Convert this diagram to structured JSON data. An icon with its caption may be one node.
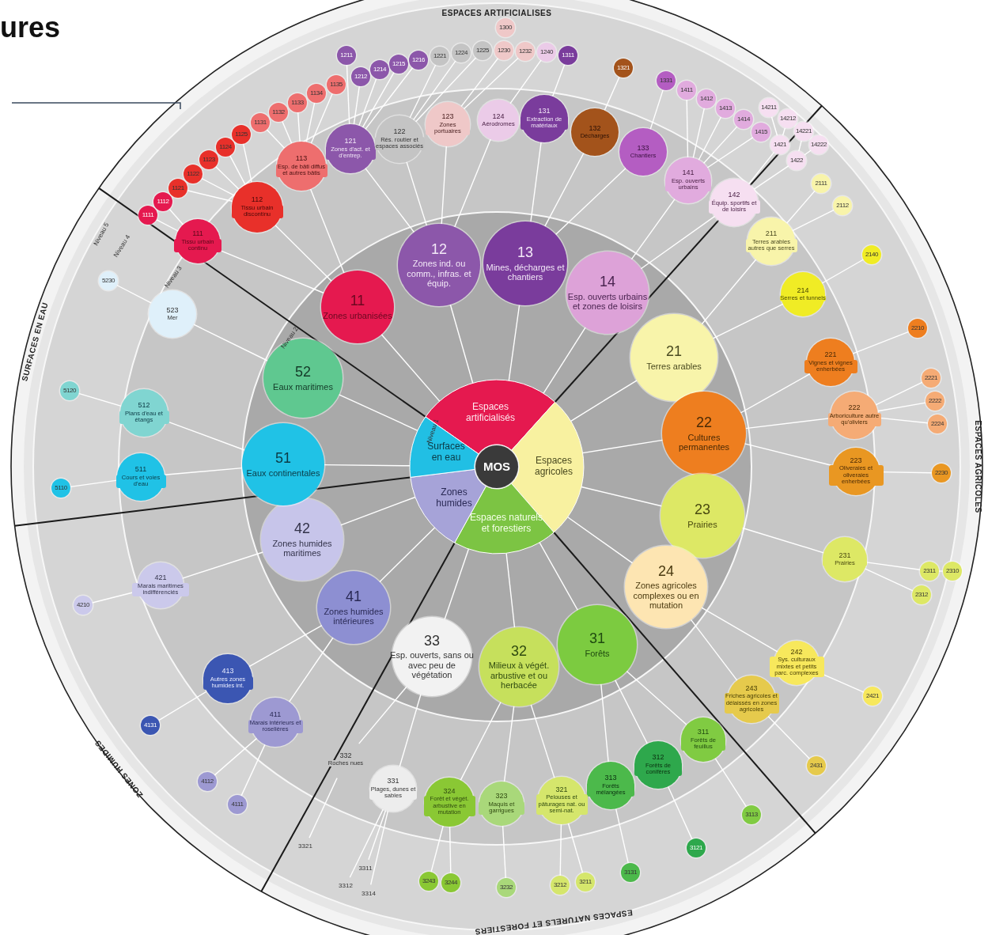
{
  "diagram": {
    "title": "ures",
    "nodes": [
      {
        "text": [
          "MOS"
        ]
      },
      {
        "text": [
          "Espaces artificialisés"
        ]
      },
      {
        "text": [
          "Espaces agricoles"
        ]
      },
      {
        "text": [
          "Espaces naturels et forestiers"
        ]
      },
      {
        "text": [
          "Zones humides"
        ]
      },
      {
        "text": [
          "Surfaces en eau"
        ]
      },
      {
        "text": [
          "11",
          "Zones urbanisées"
        ]
      },
      {
        "text": [
          "12",
          "Zones ind. ou comm., infras. et équip."
        ]
      },
      {
        "text": [
          "13",
          "Mines, décharges et chantiers"
        ]
      },
      {
        "text": [
          "14",
          "Esp. ouverts urbains et zones de loisirs"
        ]
      },
      {
        "text": [
          "21",
          "Terres arables"
        ]
      },
      {
        "text": [
          "22",
          "Cultures permanentes"
        ]
      },
      {
        "text": [
          "23",
          "Prairies"
        ]
      },
      {
        "text": [
          "24",
          "Zones agricoles complexes ou en mutation"
        ]
      },
      {
        "text": [
          "31",
          "Forêts"
        ]
      },
      {
        "text": [
          "32",
          "Milieux à végét. arbustive et ou herbacée"
        ]
      },
      {
        "text": [
          "33",
          "Esp. ouverts, sans ou avec peu de végétation"
        ]
      },
      {
        "text": [
          "41",
          "Zones humides intérieures"
        ]
      },
      {
        "text": [
          "42",
          "Zones humides maritimes"
        ]
      },
      {
        "text": [
          "51",
          "Eaux continentales"
        ]
      },
      {
        "text": [
          "52",
          "Eaux maritimes"
        ]
      },
      {
        "text": [
          "111",
          "Tissu urbain continu"
        ]
      },
      {
        "text": [
          "112",
          "Tissu urbain discontinu"
        ]
      },
      {
        "text": [
          "113",
          "Esp. de bâti diffus et autres bâtis"
        ]
      },
      {
        "text": [
          "121",
          "Zones d'act. et d'entrep."
        ]
      },
      {
        "text": [
          "122",
          "Rés. routier et espaces associés"
        ]
      },
      {
        "text": [
          "123",
          "Zones portuaires"
        ]
      },
      {
        "text": [
          "124",
          "Aérodromes"
        ]
      },
      {
        "text": [
          "131",
          "Extraction de matériaux"
        ]
      },
      {
        "text": [
          "132",
          "Décharges"
        ]
      },
      {
        "text": [
          "133",
          "Chantiers"
        ]
      },
      {
        "text": [
          "141",
          "Esp. ouverts urbains"
        ]
      },
      {
        "text": [
          "142",
          "Équip. sportifs et de loisirs"
        ]
      },
      {
        "text": [
          "211",
          "Terres arables autres que serres"
        ]
      },
      {
        "text": [
          "214",
          "Serres et tunnels"
        ]
      },
      {
        "text": [
          "221",
          "Vignes et vignes enherbées"
        ]
      },
      {
        "text": [
          "222",
          "Arboriculture autre qu'oliviers"
        ]
      },
      {
        "text": [
          "223",
          "Oliveraies et oliveraies enherbées"
        ]
      },
      {
        "text": [
          "231",
          "Prairies"
        ]
      },
      {
        "text": [
          "242",
          "Sys. culturaux mixtes et petits parc. complexes"
        ]
      },
      {
        "text": [
          "243",
          "Friches agricoles et délaissés en zones agricoles"
        ]
      },
      {
        "text": [
          "311",
          "Forêts de feuillus"
        ]
      },
      {
        "text": [
          "312",
          "Forêts de conifères"
        ]
      },
      {
        "text": [
          "313",
          "Forêts mélangées"
        ]
      },
      {
        "text": [
          "321",
          "Pelouses et pâturages nat. ou semi-nat."
        ]
      },
      {
        "text": [
          "323",
          "Maquis et garrigues"
        ]
      },
      {
        "text": [
          "324",
          "Forêt et végét. arbustive en mutation"
        ]
      },
      {
        "text": [
          "331",
          "Plages, dunes et sables"
        ]
      },
      {
        "text": [
          "332",
          "Roches nues"
        ]
      },
      {
        "text": [
          "411",
          "Marais intérieurs et roselières"
        ]
      },
      {
        "text": [
          "413",
          "Autres zones humides int."
        ]
      },
      {
        "text": [
          "421",
          "Marais maritimes indifférenciés"
        ]
      },
      {
        "text": [
          "511",
          "Cours et voies d'eau"
        ]
      },
      {
        "text": [
          "512",
          "Plans d'eau et étangs"
        ]
      },
      {
        "text": [
          "523",
          "Mer"
        ]
      },
      {
        "text": [
          "1111"
        ]
      },
      {
        "text": [
          "1112"
        ]
      },
      {
        "text": [
          "1121"
        ]
      },
      {
        "text": [
          "1122"
        ]
      },
      {
        "text": [
          "1123"
        ]
      },
      {
        "text": [
          "1124"
        ]
      },
      {
        "text": [
          "1125"
        ]
      },
      {
        "text": [
          "1131"
        ]
      },
      {
        "text": [
          "1132"
        ]
      },
      {
        "text": [
          "1133"
        ]
      },
      {
        "text": [
          "1134"
        ]
      },
      {
        "text": [
          "1135"
        ]
      },
      {
        "text": [
          "1211"
        ]
      },
      {
        "text": [
          "1212"
        ]
      },
      {
        "text": [
          "1214"
        ]
      },
      {
        "text": [
          "1215"
        ]
      },
      {
        "text": [
          "1216"
        ]
      },
      {
        "text": [
          "1221"
        ]
      },
      {
        "text": [
          "1224"
        ]
      },
      {
        "text": [
          "1225"
        ]
      },
      {
        "text": [
          "1230"
        ]
      },
      {
        "text": [
          "1232"
        ]
      },
      {
        "text": [
          "1240"
        ]
      },
      {
        "text": [
          "1300"
        ]
      },
      {
        "text": [
          "1311"
        ]
      },
      {
        "text": [
          "1321"
        ]
      },
      {
        "text": [
          "1331"
        ]
      },
      {
        "text": [
          "1411"
        ]
      },
      {
        "text": [
          "1412"
        ]
      },
      {
        "text": [
          "1413"
        ]
      },
      {
        "text": [
          "1414"
        ]
      },
      {
        "text": [
          "1415"
        ]
      },
      {
        "text": [
          "14211"
        ]
      },
      {
        "text": [
          "14212"
        ]
      },
      {
        "text": [
          "14221"
        ]
      },
      {
        "text": [
          "14222"
        ]
      },
      {
        "text": [
          "1421"
        ]
      },
      {
        "text": [
          "1422"
        ]
      },
      {
        "text": [
          "2111"
        ]
      },
      {
        "text": [
          "2112"
        ]
      },
      {
        "text": [
          "2140"
        ]
      },
      {
        "text": [
          "2210"
        ]
      },
      {
        "text": [
          "2221"
        ]
      },
      {
        "text": [
          "2222"
        ]
      },
      {
        "text": [
          "2224"
        ]
      },
      {
        "text": [
          "2230"
        ]
      },
      {
        "text": [
          "2311"
        ]
      },
      {
        "text": [
          "2310"
        ]
      },
      {
        "text": [
          "2312"
        ]
      },
      {
        "text": [
          "2421"
        ]
      },
      {
        "text": [
          "2431"
        ]
      },
      {
        "text": [
          "3113"
        ]
      },
      {
        "text": [
          "3121"
        ]
      },
      {
        "text": [
          "3131"
        ]
      },
      {
        "text": [
          "3211"
        ]
      },
      {
        "text": [
          "3212"
        ]
      },
      {
        "text": [
          "3232"
        ]
      },
      {
        "text": [
          "3244"
        ]
      },
      {
        "text": [
          "3243"
        ]
      },
      {
        "text": [
          "3311"
        ]
      },
      {
        "text": [
          "3314"
        ]
      },
      {
        "text": [
          "3312"
        ]
      },
      {
        "text": [
          "3321"
        ]
      },
      {
        "text": [
          "4111"
        ]
      },
      {
        "text": [
          "4112"
        ]
      },
      {
        "text": [
          "4131"
        ]
      },
      {
        "text": [
          "4210"
        ]
      },
      {
        "text": [
          "5110"
        ]
      },
      {
        "text": [
          "5120"
        ]
      },
      {
        "text": [
          "5230"
        ]
      }
    ],
    "edges": [
      {
        "from": 1,
        "to": 6,
        "arrow": "none"
      },
      {
        "from": 1,
        "to": 7,
        "arrow": "none"
      },
      {
        "from": 1,
        "to": 8,
        "arrow": "none"
      },
      {
        "from": 1,
        "to": 9,
        "arrow": "none"
      },
      {
        "from": 2,
        "to": 10,
        "arrow": "none"
      },
      {
        "from": 2,
        "to": 11,
        "arrow": "none"
      },
      {
        "from": 2,
        "to": 12,
        "arrow": "none"
      },
      {
        "from": 2,
        "to": 13,
        "arrow": "none"
      },
      {
        "from": 3,
        "to": 14,
        "arrow": "none"
      },
      {
        "from": 3,
        "to": 15,
        "arrow": "none"
      },
      {
        "from": 3,
        "to": 16,
        "arrow": "none"
      },
      {
        "from": 4,
        "to": 17,
        "arrow": "none"
      },
      {
        "from": 4,
        "to": 18,
        "arrow": "none"
      },
      {
        "from": 5,
        "to": 19,
        "arrow": "none"
      },
      {
        "from": 5,
        "to": 20,
        "arrow": "none"
      },
      {
        "from": 6,
        "to": 21,
        "arrow": "none"
      },
      {
        "from": 6,
        "to": 22,
        "arrow": "none"
      },
      {
        "from": 6,
        "to": 23,
        "arrow": "none"
      },
      {
        "from": 7,
        "to": 24,
        "arrow": "none"
      },
      {
        "from": 7,
        "to": 25,
        "arrow": "none"
      },
      {
        "from": 7,
        "to": 26,
        "arrow": "none"
      },
      {
        "from": 7,
        "to": 27,
        "arrow": "none"
      },
      {
        "from": 8,
        "to": 28,
        "arrow": "none"
      },
      {
        "from": 8,
        "to": 29,
        "arrow": "none"
      },
      {
        "from": 8,
        "to": 30,
        "arrow": "none"
      },
      {
        "from": 9,
        "to": 31,
        "arrow": "none"
      },
      {
        "from": 9,
        "to": 32,
        "arrow": "none"
      },
      {
        "from": 10,
        "to": 33,
        "arrow": "none"
      },
      {
        "from": 10,
        "to": 34,
        "arrow": "none"
      },
      {
        "from": 11,
        "to": 35,
        "arrow": "none"
      },
      {
        "from": 11,
        "to": 36,
        "arrow": "none"
      },
      {
        "from": 11,
        "to": 37,
        "arrow": "none"
      },
      {
        "from": 12,
        "to": 38,
        "arrow": "none"
      },
      {
        "from": 13,
        "to": 39,
        "arrow": "none"
      },
      {
        "from": 13,
        "to": 40,
        "arrow": "none"
      },
      {
        "from": 14,
        "to": 41,
        "arrow": "none"
      },
      {
        "from": 14,
        "to": 42,
        "arrow": "none"
      },
      {
        "from": 14,
        "to": 43,
        "arrow": "none"
      },
      {
        "from": 15,
        "to": 44,
        "arrow": "none"
      },
      {
        "from": 15,
        "to": 45,
        "arrow": "none"
      },
      {
        "from": 15,
        "to": 46,
        "arrow": "none"
      },
      {
        "from": 16,
        "to": 47,
        "arrow": "none"
      },
      {
        "from": 16,
        "to": 48,
        "arrow": "none"
      },
      {
        "from": 17,
        "to": 49,
        "arrow": "none"
      },
      {
        "from": 17,
        "to": 50,
        "arrow": "none"
      },
      {
        "from": 18,
        "to": 51,
        "arrow": "none"
      },
      {
        "from": 19,
        "to": 52,
        "arrow": "none"
      },
      {
        "from": 19,
        "to": 53,
        "arrow": "none"
      },
      {
        "from": 20,
        "to": 54,
        "arrow": "none"
      },
      {
        "from": 21,
        "to": 55,
        "arrow": "none"
      },
      {
        "from": 21,
        "to": 56,
        "arrow": "none"
      },
      {
        "from": 22,
        "to": 57,
        "arrow": "none"
      },
      {
        "from": 22,
        "to": 58,
        "arrow": "none"
      },
      {
        "from": 22,
        "to": 59,
        "arrow": "none"
      },
      {
        "from": 22,
        "to": 60,
        "arrow": "none"
      },
      {
        "from": 22,
        "to": 61,
        "arrow": "none"
      },
      {
        "from": 23,
        "to": 62,
        "arrow": "none"
      },
      {
        "from": 23,
        "to": 63,
        "arrow": "none"
      },
      {
        "from": 23,
        "to": 64,
        "arrow": "none"
      },
      {
        "from": 23,
        "to": 65,
        "arrow": "none"
      },
      {
        "from": 23,
        "to": 66,
        "arrow": "none"
      },
      {
        "from": 24,
        "to": 67,
        "arrow": "none"
      },
      {
        "from": 24,
        "to": 68,
        "arrow": "none"
      },
      {
        "from": 24,
        "to": 69,
        "arrow": "none"
      },
      {
        "from": 24,
        "to": 70,
        "arrow": "none"
      },
      {
        "from": 24,
        "to": 71,
        "arrow": "none"
      },
      {
        "from": 25,
        "to": 72,
        "arrow": "none"
      },
      {
        "from": 25,
        "to": 73,
        "arrow": "none"
      },
      {
        "from": 25,
        "to": 74,
        "arrow": "none"
      },
      {
        "from": 26,
        "to": 75,
        "arrow": "none"
      },
      {
        "from": 26,
        "to": 76,
        "arrow": "none"
      },
      {
        "from": 27,
        "to": 77,
        "arrow": "none"
      },
      {
        "from": 28,
        "to": 79,
        "arrow": "none"
      },
      {
        "from": 29,
        "to": 80,
        "arrow": "none"
      },
      {
        "from": 30,
        "to": 81,
        "arrow": "none"
      },
      {
        "from": 31,
        "to": 82,
        "arrow": "none"
      },
      {
        "from": 31,
        "to": 83,
        "arrow": "none"
      },
      {
        "from": 31,
        "to": 84,
        "arrow": "none"
      },
      {
        "from": 31,
        "to": 85,
        "arrow": "none"
      },
      {
        "from": 31,
        "to": 86,
        "arrow": "none"
      },
      {
        "from": 32,
        "to": 91,
        "arrow": "none"
      },
      {
        "from": 32,
        "to": 92,
        "arrow": "none"
      },
      {
        "from": 91,
        "to": 87,
        "arrow": "none"
      },
      {
        "from": 91,
        "to": 88,
        "arrow": "none"
      },
      {
        "from": 92,
        "to": 89,
        "arrow": "none"
      },
      {
        "from": 92,
        "to": 90,
        "arrow": "none"
      },
      {
        "from": 33,
        "to": 93,
        "arrow": "none"
      },
      {
        "from": 33,
        "to": 94,
        "arrow": "none"
      },
      {
        "from": 34,
        "to": 95,
        "arrow": "none"
      },
      {
        "from": 35,
        "to": 96,
        "arrow": "none"
      },
      {
        "from": 36,
        "to": 97,
        "arrow": "none"
      },
      {
        "from": 36,
        "to": 98,
        "arrow": "none"
      },
      {
        "from": 36,
        "to": 99,
        "arrow": "none"
      },
      {
        "from": 37,
        "to": 100,
        "arrow": "none"
      },
      {
        "from": 38,
        "to": 101,
        "arrow": "none"
      },
      {
        "from": 101,
        "to": 102,
        "arrow": "none"
      },
      {
        "from": 38,
        "to": 103,
        "arrow": "none"
      },
      {
        "from": 39,
        "to": 104,
        "arrow": "none"
      },
      {
        "from": 40,
        "to": 105,
        "arrow": "none"
      },
      {
        "from": 41,
        "to": 106,
        "arrow": "none"
      },
      {
        "from": 42,
        "to": 107,
        "arrow": "none"
      },
      {
        "from": 43,
        "to": 108,
        "arrow": "none"
      },
      {
        "from": 44,
        "to": 109,
        "arrow": "none"
      },
      {
        "from": 44,
        "to": 110,
        "arrow": "none"
      },
      {
        "from": 45,
        "to": 111,
        "arrow": "none"
      },
      {
        "from": 46,
        "to": 112,
        "arrow": "none"
      },
      {
        "from": 46,
        "to": 113,
        "arrow": "none"
      },
      {
        "from": 47,
        "to": 114,
        "arrow": "none"
      },
      {
        "from": 47,
        "to": 115,
        "arrow": "none"
      },
      {
        "from": 47,
        "to": 116,
        "arrow": "none"
      },
      {
        "from": 48,
        "to": 117,
        "arrow": "none"
      },
      {
        "from": 49,
        "to": 118,
        "arrow": "none"
      },
      {
        "from": 49,
        "to": 119,
        "arrow": "none"
      },
      {
        "from": 50,
        "to": 120,
        "arrow": "none"
      },
      {
        "from": 51,
        "to": 121,
        "arrow": "none"
      },
      {
        "from": 52,
        "to": 122,
        "arrow": "none"
      },
      {
        "from": 53,
        "to": 123,
        "arrow": "none"
      },
      {
        "from": 54,
        "to": 124,
        "arrow": "none"
      }
    ],
    "labels": [
      "ESPACES ARTIFICIALISES",
      "ESPACES AGRICOLES",
      "ESPACES NATURELS ET FORESTIERS",
      "ZONES HUMIDES",
      "SURFACES EN EAU",
      "Niveau 5",
      "Niveau 4",
      "Niveau 3",
      "Niveau 2",
      "Niveau 1"
    ]
  }
}
